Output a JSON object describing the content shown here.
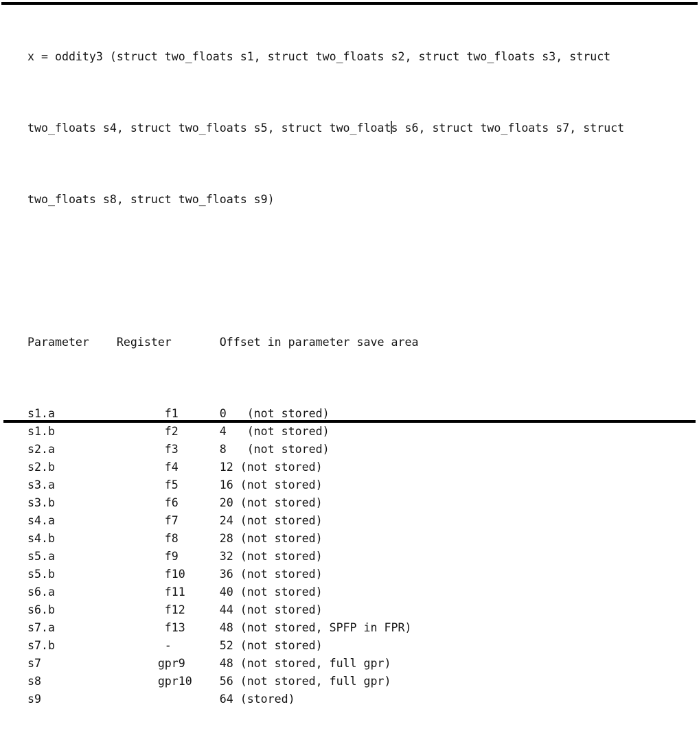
{
  "figure": {
    "code": {
      "line1": "x = oddity3 (struct two_floats s1, struct two_floats s2, struct two_floats s3, struct",
      "line2_before_cursor": "two_floats s4, struct two_floats s5, struct two_float",
      "line2_after_cursor": "s s6, struct two_floats s7, struct",
      "line3": "two_floats s8, struct two_floats s9)"
    },
    "table": {
      "headers": {
        "parameter": "Parameter",
        "register": "Register",
        "offset": "Offset in parameter save area"
      },
      "rows": [
        {
          "parameter": "s1.a",
          "register": " f1",
          "offset": "0   (not stored)"
        },
        {
          "parameter": "s1.b",
          "register": " f2",
          "offset": "4   (not stored)"
        },
        {
          "parameter": "s2.a",
          "register": " f3",
          "offset": "8   (not stored)"
        },
        {
          "parameter": "s2.b",
          "register": " f4",
          "offset": "12 (not stored)"
        },
        {
          "parameter": "s3.a",
          "register": " f5",
          "offset": "16 (not stored)"
        },
        {
          "parameter": "s3.b",
          "register": " f6",
          "offset": "20 (not stored)"
        },
        {
          "parameter": "s4.a",
          "register": " f7",
          "offset": "24 (not stored)"
        },
        {
          "parameter": "s4.b",
          "register": " f8",
          "offset": "28 (not stored)"
        },
        {
          "parameter": "s5.a",
          "register": " f9",
          "offset": "32 (not stored)"
        },
        {
          "parameter": "s5.b",
          "register": " f10",
          "offset": "36 (not stored)"
        },
        {
          "parameter": "s6.a",
          "register": " f11",
          "offset": "40 (not stored)"
        },
        {
          "parameter": "s6.b",
          "register": " f12",
          "offset": "44 (not stored)"
        },
        {
          "parameter": "s7.a",
          "register": " f13",
          "offset": "48 (not stored, SPFP in FPR)"
        },
        {
          "parameter": "s7.b",
          "register": " -",
          "offset": "52 (not stored)"
        },
        {
          "parameter": "s7",
          "register": "gpr9",
          "offset": "48 (not stored, full gpr)"
        },
        {
          "parameter": "s8",
          "register": "gpr10",
          "offset": "56 (not stored, full gpr)"
        },
        {
          "parameter": "s9",
          "register": "",
          "offset": "64 (stored)"
        }
      ]
    },
    "colors": {
      "text": "#141414",
      "rule": "#000000",
      "background": "#ffffff",
      "caret": "#4a4a4a"
    }
  }
}
